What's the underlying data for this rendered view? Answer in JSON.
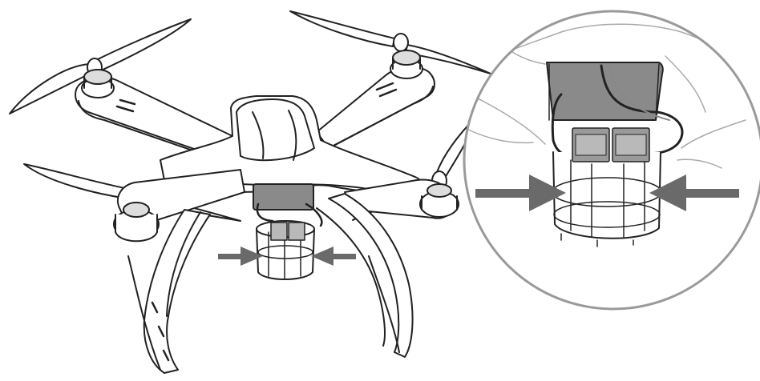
{
  "figure": {
    "subject": "quadcopter-drone",
    "callout": "gimbal-connector-detail",
    "colors": {
      "outline": "#222222",
      "body_fill": "#ffffff",
      "connector_dark": "#8a8a8a",
      "connector_light": "#b9b9b9",
      "arrow": "#6a6a6a",
      "callout_ring": "#9a9a9a"
    },
    "arrows": [
      {
        "direction": "right",
        "context": "drone"
      },
      {
        "direction": "left",
        "context": "drone"
      },
      {
        "direction": "right",
        "context": "callout"
      },
      {
        "direction": "left",
        "context": "callout"
      }
    ]
  }
}
